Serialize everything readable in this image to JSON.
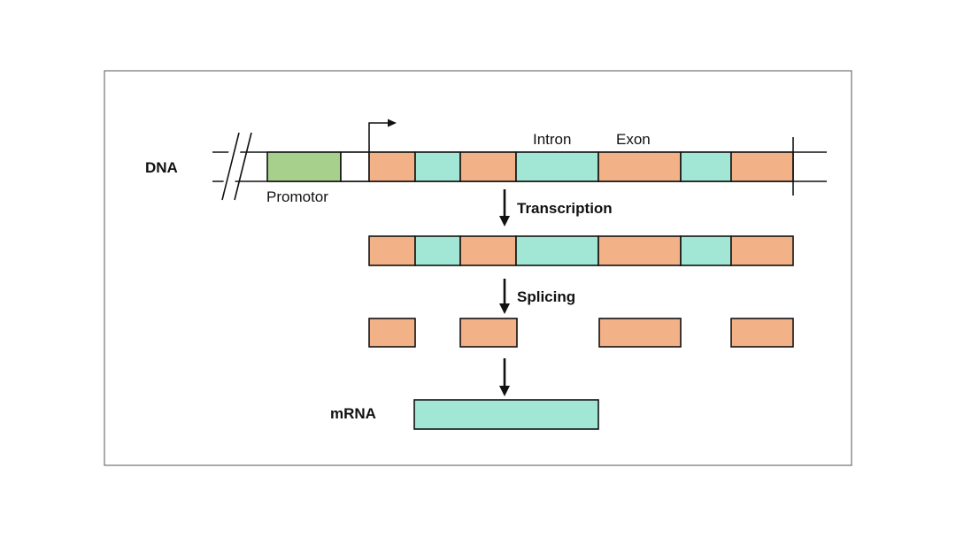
{
  "labels": {
    "dna": "DNA",
    "promotor": "Promotor",
    "intron": "Intron",
    "exon": "Exon",
    "transcription": "Transcription",
    "splicing": "Splicing",
    "mrna": "mRNA"
  },
  "colors": {
    "exon": "#f2b187",
    "intron": "#a2e6d6",
    "promotor": "#a8d08d",
    "line": "#111111",
    "frame": "#555555"
  }
}
